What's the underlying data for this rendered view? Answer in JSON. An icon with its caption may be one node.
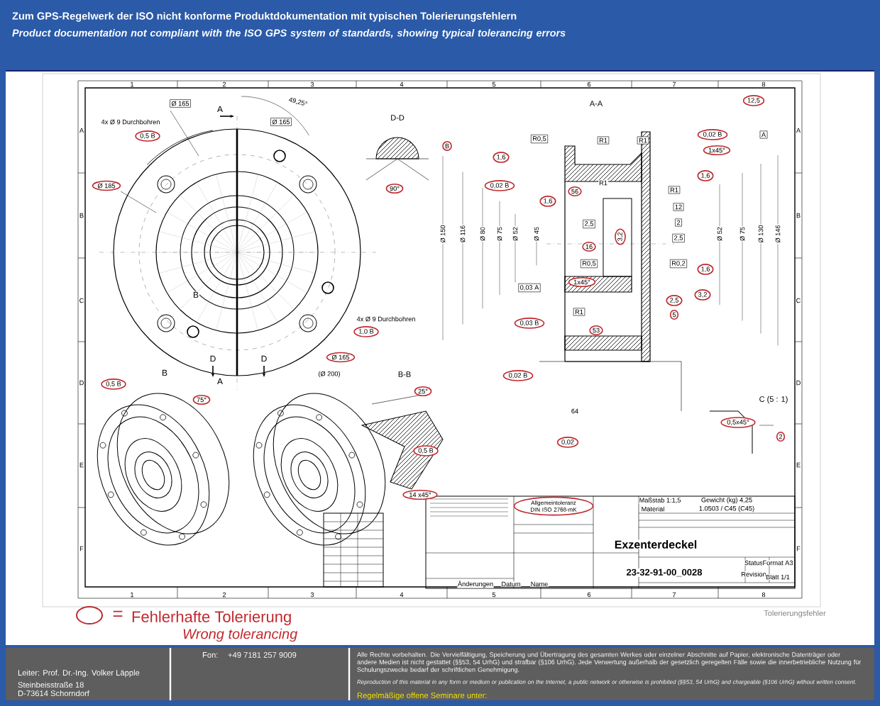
{
  "diagram": {
    "title": "Zum GPS-Regelwerk der ISO nicht konforme Produktdokumentation mit typischen Tolerierungsfehlern",
    "labels": [
      "Product documentation not compliant with the ISO GPS system of standards, showing typical tolerancing errors",
      "1",
      "2",
      "3",
      "4",
      "5",
      "6",
      "7",
      "8",
      "1",
      "2",
      "3",
      "4",
      "5",
      "6",
      "7",
      "8",
      "A",
      "B",
      "C",
      "D",
      "E",
      "F",
      "A",
      "B",
      "C",
      "D",
      "E",
      "F",
      "Ø 165",
      "A",
      "49,25°",
      "4x Ø 9 Durchbohren",
      "Ø 165",
      "0,5 B",
      "Ø 185",
      "D-D",
      "90°",
      "B",
      "4x Ø 9 Durchbohren",
      "1,0 B",
      "Ø 165",
      "(Ø 200)",
      "D",
      "D",
      "B",
      "A",
      "0,5 B",
      "75°",
      "B-B",
      "25°",
      "14 x45°",
      "A-A",
      "12,5",
      "R0,5",
      "R1",
      "R1",
      "B",
      "0,02 B",
      "A",
      "1x45°",
      "1,6",
      "1,6",
      "0,02 B",
      "1,6",
      "56",
      "R1",
      "R1",
      "12",
      "2,5",
      "2",
      "2,5",
      "3,2",
      "16",
      "R0,5",
      "R0,2",
      "1,6",
      "1x45°",
      "0,03 A",
      "3,2",
      "2,5",
      "5",
      "0,03 B",
      "R1",
      "53",
      "Ø 150",
      "Ø 116",
      "Ø 80",
      "Ø 75",
      "Ø 52",
      "Ø 45",
      "Ø 52",
      "Ø 75",
      "Ø 130",
      "Ø 146",
      "0,02 B",
      "64",
      "0,02",
      "0,5 B",
      "C (5 : 1)",
      "0,5x45°",
      "2",
      "Allgemeintoleranz DIN ISO 2768-mK",
      "Maßstab 1:1,5",
      "Gewicht (kg) 4,25",
      "Material",
      "1.0503 / C45 (C45)",
      "Exzenterdeckel",
      "23-32-91-00_0028",
      "Status",
      "Revision",
      "Format A3",
      "Blatt 1/1",
      "Änderungen",
      "Datum",
      "Name",
      "=",
      "Tolerierungsfehler",
      "Wrong tolerancing",
      "Leiter: Prof. Dr.-Ing. Volker Läpple",
      "Steinbeisstraße 18",
      "D-73614 Schorndorf",
      "Fon:",
      "+49 7181 257 9009",
      "Alle Rechte vorbehalten. Die Vervielfältigung, Speicherung und Übertragung des gesamten Werkes oder einzelner Abschnitte auf Papier, elektronische Datenträger oder andere Medien ist nicht gestattet (§§53, 54 UrhG) und strafbar (§106 UrhG). Jede Verwertung außerhalb der gesetzlich geregelten Fälle sowie die innerbetriebliche Nutzung für Schulungszwecke bedarf der schriftlichen Genehmigung.",
      "Reproduction of this material in any form or medium or publication on the Internet, a public network or otherwise is prohibited (§§53, 54 UrhG) and chargeable (§106 UrhG) without written consent.",
      "Regelmäßige offene Seminare unter:"
    ],
    "legend": [
      {
        "text": "Fehlerhafte Tolerierung"
      }
    ]
  }
}
